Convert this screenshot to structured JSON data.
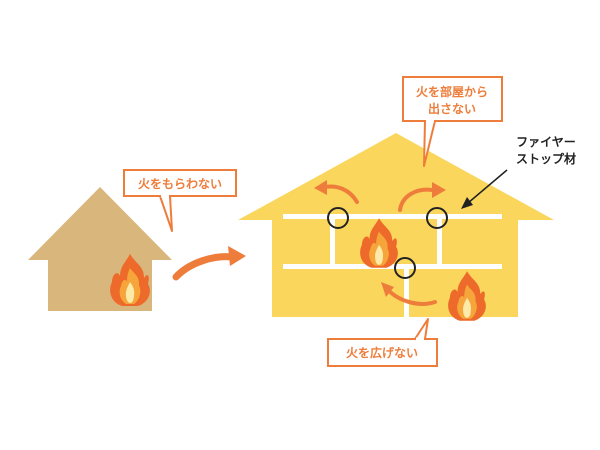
{
  "colors": {
    "small_house": "#d9b67c",
    "big_house": "#fad65c",
    "orange": "#ee7d3c",
    "flame_outer": "#ed6a2a",
    "flame_inner": "#f6a53a",
    "flame_core": "#fde9a8",
    "beam": "#ffffff",
    "ring": "#222222",
    "text_dark": "#222222"
  },
  "callouts": {
    "small_house": "火をもらわない",
    "room_line1": "火を部屋から",
    "room_line2": "出さない",
    "spread": "火を広げない"
  },
  "material_label": {
    "line1": "ファイヤー",
    "line2": "ストップ材"
  },
  "icons": [
    "flame-icon",
    "arrow-icon",
    "ring-icon"
  ]
}
